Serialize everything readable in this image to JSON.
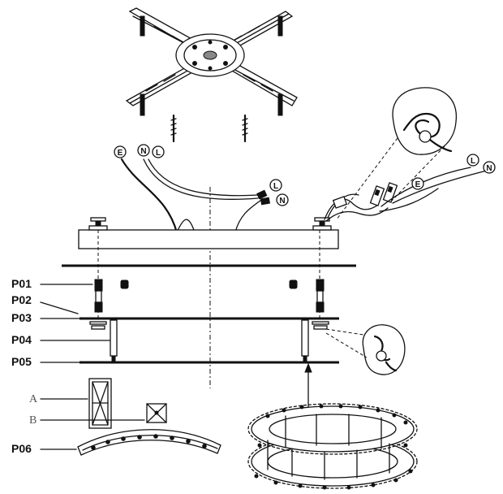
{
  "part_labels": {
    "p01": "P01",
    "p02": "P02",
    "p03": "P03",
    "p04": "P04",
    "p05": "P05",
    "p06": "P06",
    "a": "A",
    "b": "B"
  },
  "wire_labels": {
    "earth_top": "E",
    "neutral_top": "N",
    "live_top": "L",
    "live_mid": "L",
    "neutral_mid": "N",
    "earth_right": "E",
    "live_right": "L",
    "neutral_right": "N"
  }
}
